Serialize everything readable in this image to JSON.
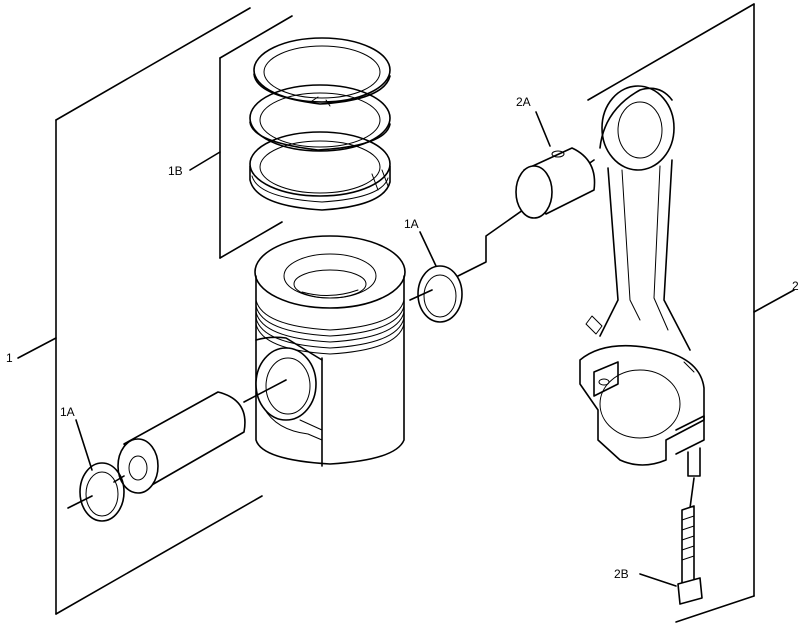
{
  "diagram": {
    "callouts": {
      "assembly_1": "1",
      "assembly_2": "2",
      "retainer_left": "1A",
      "retainer_right": "1A",
      "rings": "1B",
      "bearing": "2A",
      "bolt": "2B"
    },
    "colors": {
      "line": "#000000",
      "background": "#ffffff"
    }
  }
}
